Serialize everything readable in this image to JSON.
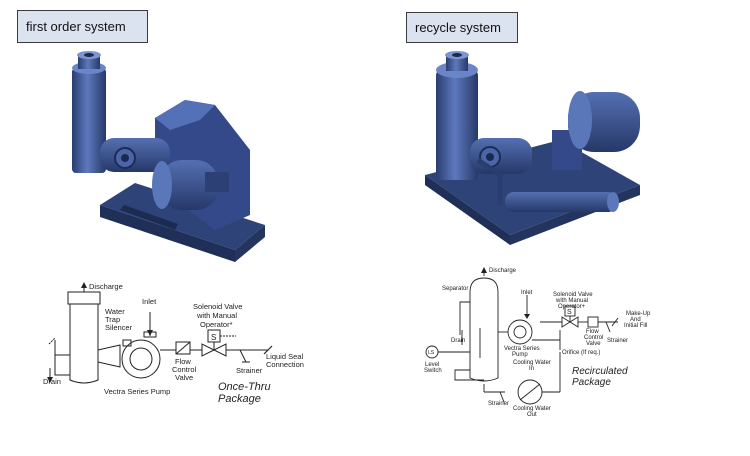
{
  "titles": {
    "first": "first order system",
    "recycle": "recycle system"
  },
  "left_diagram": {
    "discharge": "Discharge",
    "water_trap": "Water",
    "trap": "Trap",
    "silencer": "Silencer",
    "inlet": "Inlet",
    "solenoid1": "Solenoid Valve",
    "solenoid2": "with Manual",
    "solenoid3": "Operator*",
    "s_symbol": "S",
    "flow1": "Flow",
    "flow2": "Control",
    "flow3": "Valve",
    "drain": "Drain",
    "pump": "Vectra Series Pump",
    "strainer": "Strainer",
    "liquid1": "Liquid Seal",
    "liquid2": "Connection",
    "package1": "Once-Thru",
    "package2": "Package"
  },
  "right_diagram": {
    "discharge": "Discharge",
    "separator": "Separator",
    "inlet": "Inlet",
    "solenoid1": "Solenoid Valve",
    "solenoid2": "with Manual",
    "solenoid3": "Operator+",
    "s_symbol": "S",
    "make1": "Make-Up",
    "make2": "And",
    "make3": "Initial Fill",
    "drain": "Drain",
    "flow1": "Flow",
    "flow2": "Control",
    "flow3": "Valve",
    "strainer_top": "Strainer",
    "pump1": "Vectra Series",
    "pump2": "Pump",
    "orifice": "Orifice (If req.)",
    "ls": "LS",
    "level1": "Level",
    "level2": "Switch",
    "cw_in1": "Cooling Water",
    "cw_in2": "In",
    "strainer_bottom": "Strainer",
    "cw_out1": "Cooling Water",
    "cw_out2": "Out",
    "package1": "Recirculated",
    "package2": "Package"
  },
  "colors": {
    "equipment_blue": "#3f5a9a",
    "equipment_dark": "#2a3d70",
    "label_bg": "#dbe3f1"
  }
}
